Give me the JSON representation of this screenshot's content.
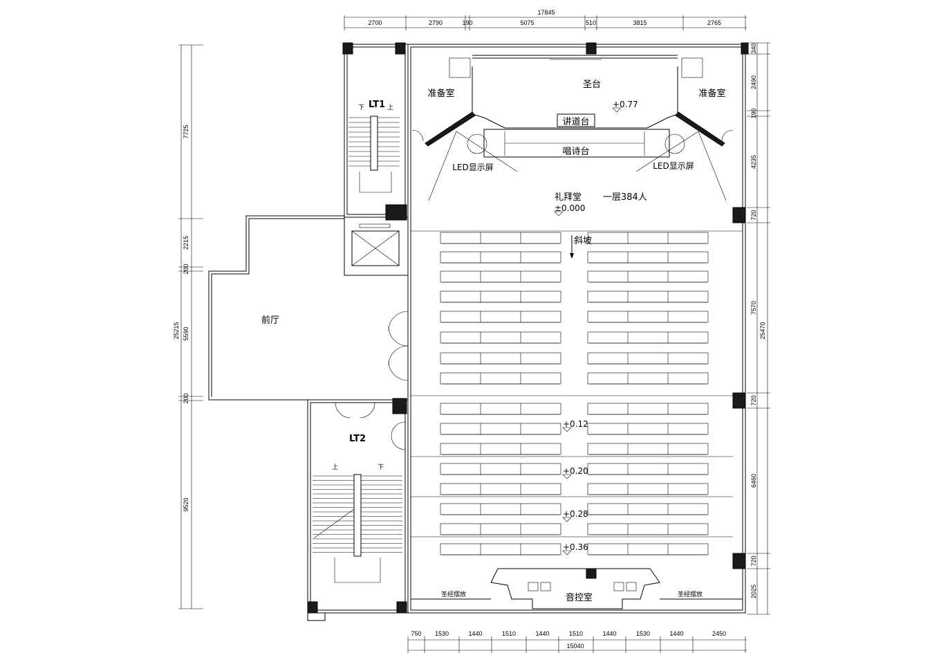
{
  "rooms": {
    "stage": "圣台",
    "prep_left": "准备室",
    "prep_right": "准备室",
    "pulpit": "讲道台",
    "choir": "唱诗台",
    "led_left": "LED显示屏",
    "led_right": "LED显示屏",
    "hall": "礼拜堂",
    "capacity": "一层384人",
    "lobby": "前厅",
    "ramp": "斜坡",
    "control": "音控室",
    "baptism_left": "圣经摆放",
    "baptism_right": "圣经摆放",
    "stair1": "LT1",
    "stair2": "LT2",
    "up1": "上",
    "down1": "下",
    "up2": "上",
    "down2": "下"
  },
  "levels": {
    "stage": "+0.77",
    "hall": "±0.000",
    "l1": "+0.12",
    "l2": "+0.20",
    "l3": "+0.28",
    "l4": "+0.36"
  },
  "dims": {
    "top_total": "17845",
    "top": [
      "2700",
      "2790",
      "190",
      "5075",
      "510",
      "3815",
      "2765"
    ],
    "bottom": [
      "750",
      "1530",
      "1440",
      "1510",
      "1440",
      "1510",
      "1440",
      "1530",
      "1440",
      "2450"
    ],
    "bottom_total": "15040",
    "left_outer": [
      "7725",
      "2215",
      "200",
      "5590",
      "200",
      "9520"
    ],
    "left_total": "25215",
    "right": [
      "340",
      "2490",
      "190",
      "4235",
      "720",
      "7570",
      "720",
      "6460",
      "720",
      "2025"
    ],
    "right_total": "25470"
  }
}
